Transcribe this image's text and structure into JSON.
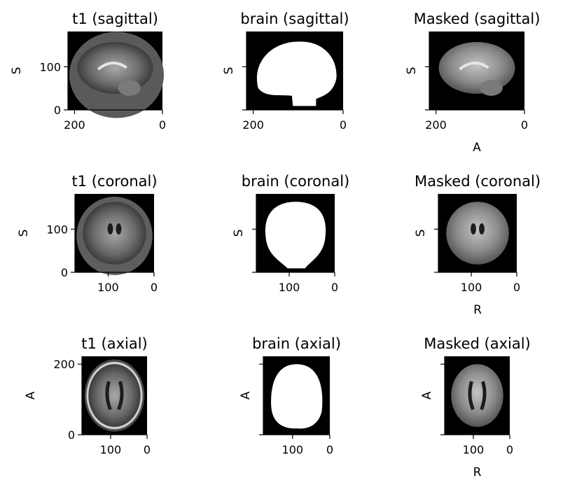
{
  "panels": [
    {
      "row": 0,
      "col": 0,
      "title": "t1 (sagittal)",
      "view": "sagittal",
      "kind": "t1",
      "ylabel": "S",
      "xlabel": "",
      "xticks": [
        "200",
        "0"
      ],
      "yticks": [
        "100",
        "0"
      ]
    },
    {
      "row": 0,
      "col": 1,
      "title": "brain (sagittal)",
      "view": "sagittal",
      "kind": "mask",
      "ylabel": "S",
      "xlabel": "",
      "xticks": [
        "200",
        "0"
      ],
      "yticks": []
    },
    {
      "row": 0,
      "col": 2,
      "title": "Masked (sagittal)",
      "view": "sagittal",
      "kind": "masked",
      "ylabel": "S",
      "xlabel": "A",
      "xticks": [
        "200",
        "0"
      ],
      "yticks": []
    },
    {
      "row": 1,
      "col": 0,
      "title": "t1 (coronal)",
      "view": "coronal",
      "kind": "t1",
      "ylabel": "S",
      "xlabel": "",
      "xticks": [
        "100",
        "0"
      ],
      "yticks": [
        "100",
        "0"
      ]
    },
    {
      "row": 1,
      "col": 1,
      "title": "brain (coronal)",
      "view": "coronal",
      "kind": "mask",
      "ylabel": "S",
      "xlabel": "",
      "xticks": [
        "100",
        "0"
      ],
      "yticks": []
    },
    {
      "row": 1,
      "col": 2,
      "title": "Masked (coronal)",
      "view": "coronal",
      "kind": "masked",
      "ylabel": "S",
      "xlabel": "R",
      "xticks": [
        "100",
        "0"
      ],
      "yticks": []
    },
    {
      "row": 2,
      "col": 0,
      "title": "t1 (axial)",
      "view": "axial",
      "kind": "t1",
      "ylabel": "A",
      "xlabel": "",
      "xticks": [
        "100",
        "0"
      ],
      "yticks": [
        "200",
        "0"
      ]
    },
    {
      "row": 2,
      "col": 1,
      "title": "brain (axial)",
      "view": "axial",
      "kind": "mask",
      "ylabel": "A",
      "xlabel": "",
      "xticks": [
        "100",
        "0"
      ],
      "yticks": []
    },
    {
      "row": 2,
      "col": 2,
      "title": "Masked (axial)",
      "view": "axial",
      "kind": "masked",
      "ylabel": "A",
      "xlabel": "R",
      "xticks": [
        "100",
        "0"
      ],
      "yticks": []
    }
  ]
}
